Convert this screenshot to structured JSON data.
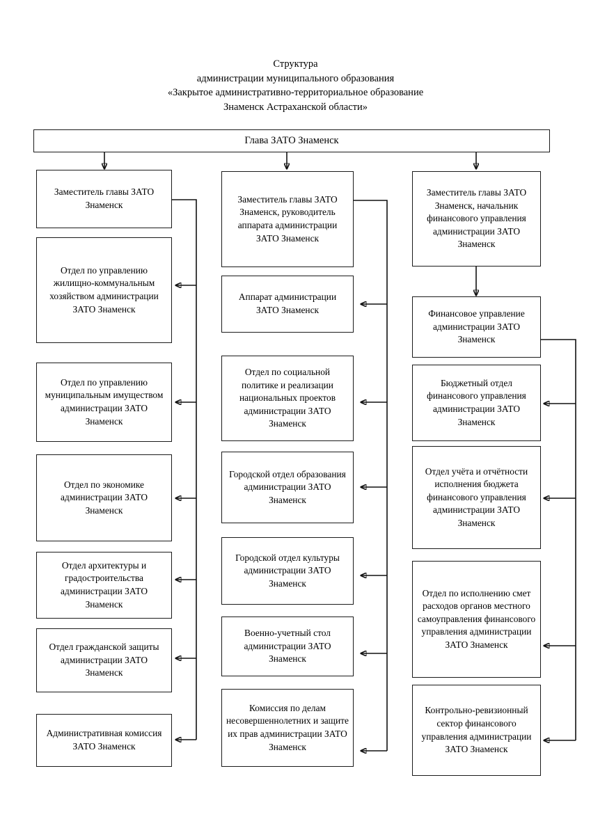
{
  "document": {
    "title_lines": [
      "Структура",
      "администрации муниципального образования",
      "«Закрытое административно-территориальное образование",
      "Знаменск Астраханской области»"
    ]
  },
  "chart_data": {
    "type": "diagram",
    "subtype": "organizational-hierarchy",
    "title": "Структура администрации муниципального образования «Закрытое административно-территориальное образование Знаменск Астраханской области»",
    "orientation": "top-down, three branch columns",
    "root": {
      "id": "head",
      "label": "Глава ЗАТО Знаменск"
    },
    "branches": [
      {
        "id": "branch-left",
        "head": {
          "id": "deputy-left",
          "label": "Заместитель главы ЗАТО Знаменск"
        },
        "children": [
          {
            "id": "left-1",
            "label": "Отдел по управлению жилищно-коммунальным хозяйством администрации ЗАТО Знаменск"
          },
          {
            "id": "left-2",
            "label": "Отдел по управлению муниципальным имуществом администрации ЗАТО Знаменск"
          },
          {
            "id": "left-3",
            "label": "Отдел по экономике администрации ЗАТО Знаменск"
          },
          {
            "id": "left-4",
            "label": "Отдел архитектуры и градостроительства администрации ЗАТО Знаменск"
          },
          {
            "id": "left-5",
            "label": "Отдел гражданской защиты администрации ЗАТО Знаменск"
          },
          {
            "id": "left-6",
            "label": "Административная комиссия ЗАТО Знаменск"
          }
        ]
      },
      {
        "id": "branch-middle",
        "head": {
          "id": "deputy-middle",
          "label": "Заместитель главы ЗАТО Знаменск, руководитель аппарата администрации ЗАТО Знаменск"
        },
        "children": [
          {
            "id": "mid-1",
            "label": "Аппарат администрации ЗАТО Знаменск"
          },
          {
            "id": "mid-2",
            "label": "Отдел по социальной политике и реализации национальных проектов администрации ЗАТО Знаменск"
          },
          {
            "id": "mid-3",
            "label": "Городской отдел образования администрации ЗАТО Знаменск"
          },
          {
            "id": "mid-4",
            "label": "Городской отдел культуры администрации ЗАТО Знаменск"
          },
          {
            "id": "mid-5",
            "label": "Военно-учетный стол администрации ЗАТО Знаменск"
          },
          {
            "id": "mid-6",
            "label": "Комиссия по делам несовершеннолетних и защите их прав администрации ЗАТО Знаменск"
          }
        ]
      },
      {
        "id": "branch-right",
        "head": {
          "id": "deputy-right",
          "label": "Заместитель главы ЗАТО Знаменск, начальник финансового управления администрации ЗАТО Знаменск"
        },
        "children": [
          {
            "id": "right-1",
            "label": "Финансовое управление администрации ЗАТО Знаменск"
          },
          {
            "id": "right-2",
            "label": "Бюджетный отдел финансового управления администрации ЗАТО Знаменск"
          },
          {
            "id": "right-3",
            "label": "Отдел учёта и отчётности исполнения бюджета финансового управления администрации ЗАТО Знаменск"
          },
          {
            "id": "right-4",
            "label": "Отдел по исполнению смет расходов органов местного самоуправления финансового управления администрации ЗАТО Знаменск"
          },
          {
            "id": "right-5",
            "label": "Контрольно-ревизионный сектор финансового управления администрации ЗАТО Знаменск"
          }
        ]
      }
    ],
    "colors": {
      "box_border": "#1a1a1a",
      "box_fill": "#ffffff",
      "connector": "#111111",
      "text": "#000000"
    }
  }
}
